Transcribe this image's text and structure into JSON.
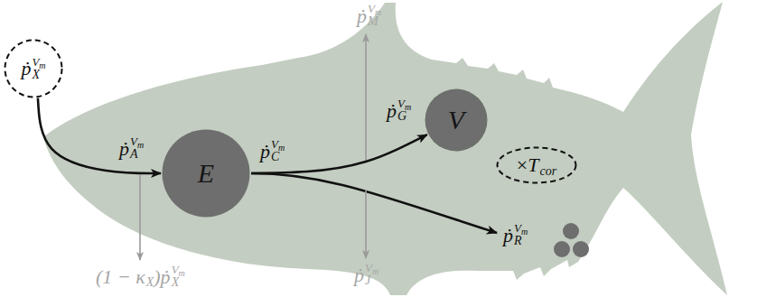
{
  "diagram": {
    "nodes": [
      {
        "text": [
          "ṗ",
          "X",
          "V",
          "m"
        ]
      },
      {
        "text": [
          "E"
        ]
      },
      {
        "text": [
          "V"
        ]
      },
      {
        "text": [
          "×",
          "T",
          "cor"
        ]
      }
    ],
    "edges": [
      {
        "from": 0,
        "to": 1,
        "arrow": "to"
      },
      {
        "from": 1,
        "to": 2,
        "arrow": "to"
      }
    ],
    "labels": [
      "ṗ",
      "M",
      "V",
      "m",
      "ṗ",
      "A",
      "V",
      "m",
      "ṗ",
      "C",
      "V",
      "m",
      "ṗ",
      "G",
      "V",
      "m",
      "ṗ",
      "R",
      "V",
      "m",
      "(1 − κ",
      "X",
      ")ṗ",
      "X",
      "V",
      "m",
      "ṗ",
      "J",
      "V",
      "m"
    ]
  }
}
